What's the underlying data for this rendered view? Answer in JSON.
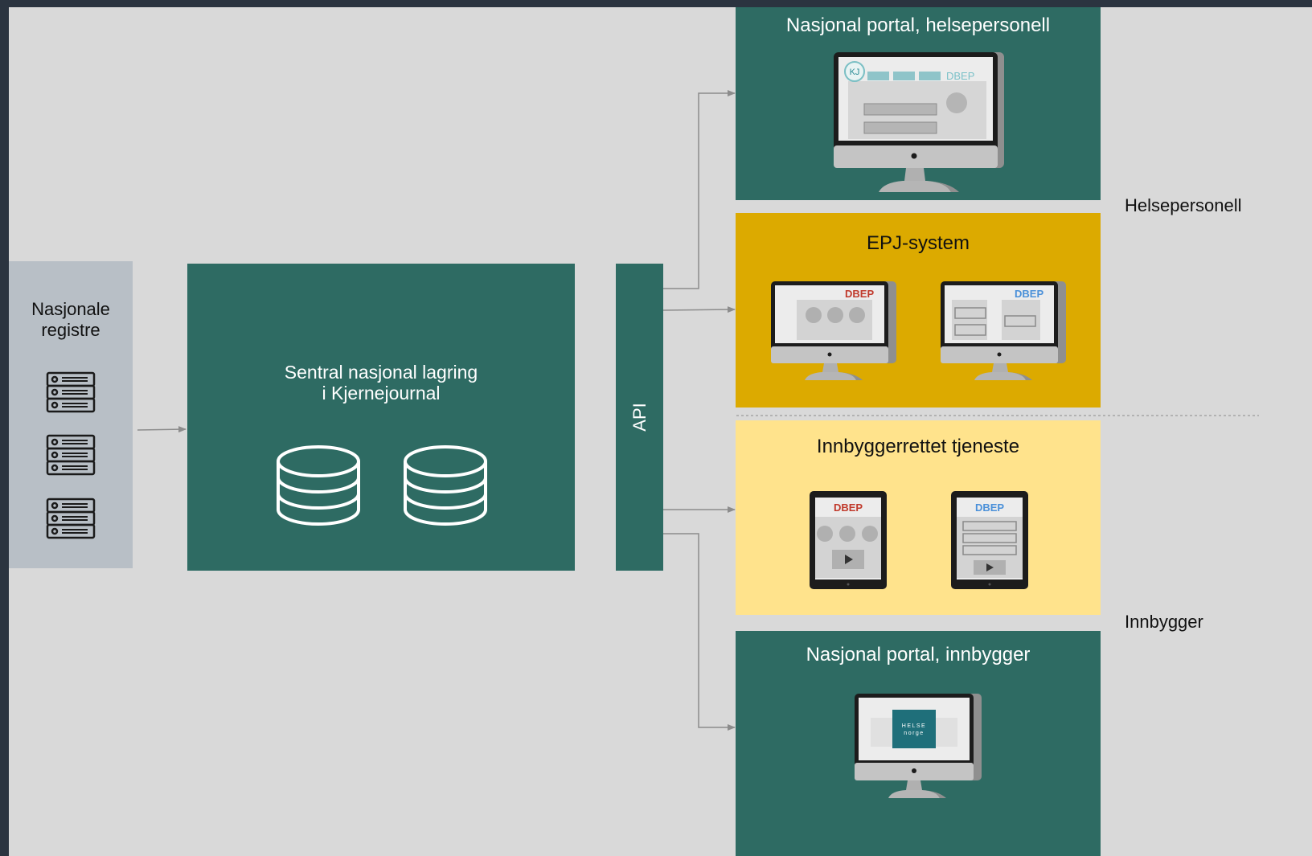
{
  "registers": {
    "label_line1": "Nasjonale",
    "label_line2": "registre",
    "icon": "server-stack-icon"
  },
  "central": {
    "line1": "Sentral nasjonal lagring",
    "line2": "i Kjernejournal",
    "icon": "database-icon"
  },
  "api": {
    "label": "API"
  },
  "portal_health": {
    "title": "Nasjonal portal, helsepersonell",
    "screen_badge": "KJ",
    "screen_tag": "DBEP"
  },
  "epj": {
    "title": "EPJ-system",
    "monitor1_tag": "DBEP",
    "monitor2_tag": "DBEP"
  },
  "citizen_service": {
    "title": "Innbyggerrettet tjeneste",
    "tablet1_tag": "DBEP",
    "tablet2_tag": "DBEP"
  },
  "portal_citizen": {
    "title": "Nasjonal portal, innbygger",
    "logo_line1": "HELSE",
    "logo_line2": "norge"
  },
  "side_labels": {
    "health_personnel": "Helsepersonell",
    "citizen": "Innbygger"
  },
  "colors": {
    "dark_green": "#2e6b63",
    "gold": "#dcaa00",
    "light_yellow": "#ffe38c",
    "register_grey": "#b8bfc6",
    "canvas": "#d9d9d9",
    "tag_red": "#c0392b",
    "tag_blue": "#4a90d9"
  }
}
